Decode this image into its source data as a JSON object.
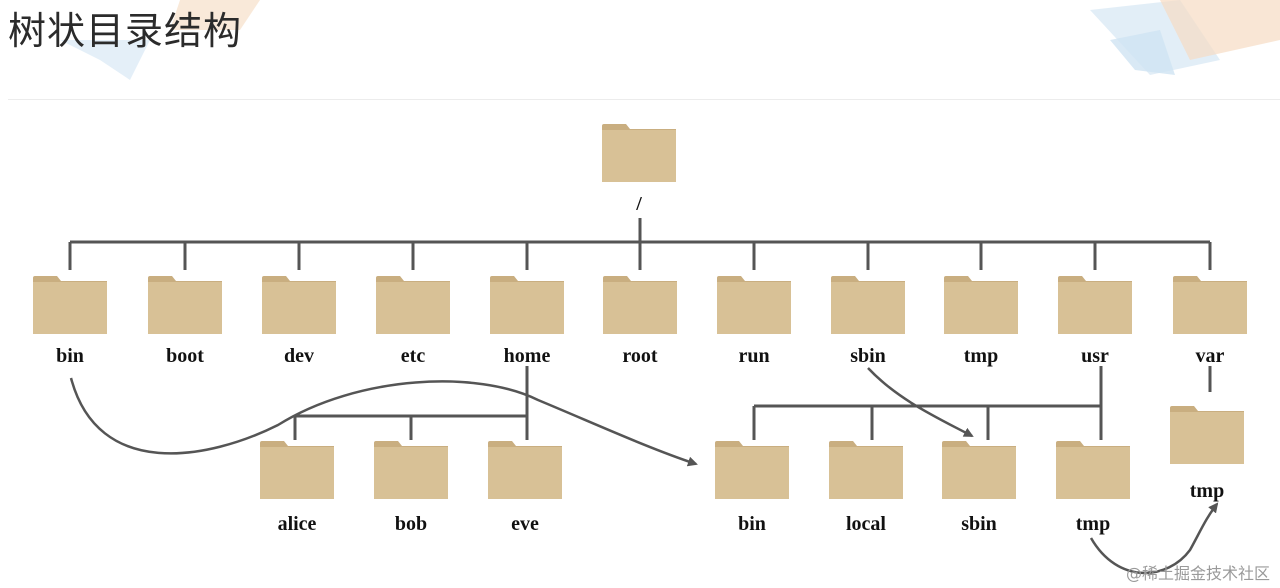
{
  "page": {
    "title": "树状目录结构"
  },
  "tree": {
    "root": {
      "label": "/"
    },
    "level1": [
      {
        "label": "bin"
      },
      {
        "label": "boot"
      },
      {
        "label": "dev"
      },
      {
        "label": "etc"
      },
      {
        "label": "home"
      },
      {
        "label": "root"
      },
      {
        "label": "run"
      },
      {
        "label": "sbin"
      },
      {
        "label": "tmp"
      },
      {
        "label": "usr"
      },
      {
        "label": "var"
      }
    ],
    "home_children": [
      {
        "label": "alice"
      },
      {
        "label": "bob"
      },
      {
        "label": "eve"
      }
    ],
    "usr_children": [
      {
        "label": "bin"
      },
      {
        "label": "local"
      },
      {
        "label": "sbin"
      },
      {
        "label": "tmp"
      }
    ],
    "var_children": [
      {
        "label": "tmp"
      }
    ]
  },
  "watermark": "@稀土掘金技术社区",
  "colors": {
    "folder_body": "#D8C196",
    "folder_tab": "#C9AE80",
    "connector": "#555555",
    "arrow": "#555555",
    "decor_blue": "#CFE3F3",
    "decor_orange": "#F6DCC3"
  }
}
